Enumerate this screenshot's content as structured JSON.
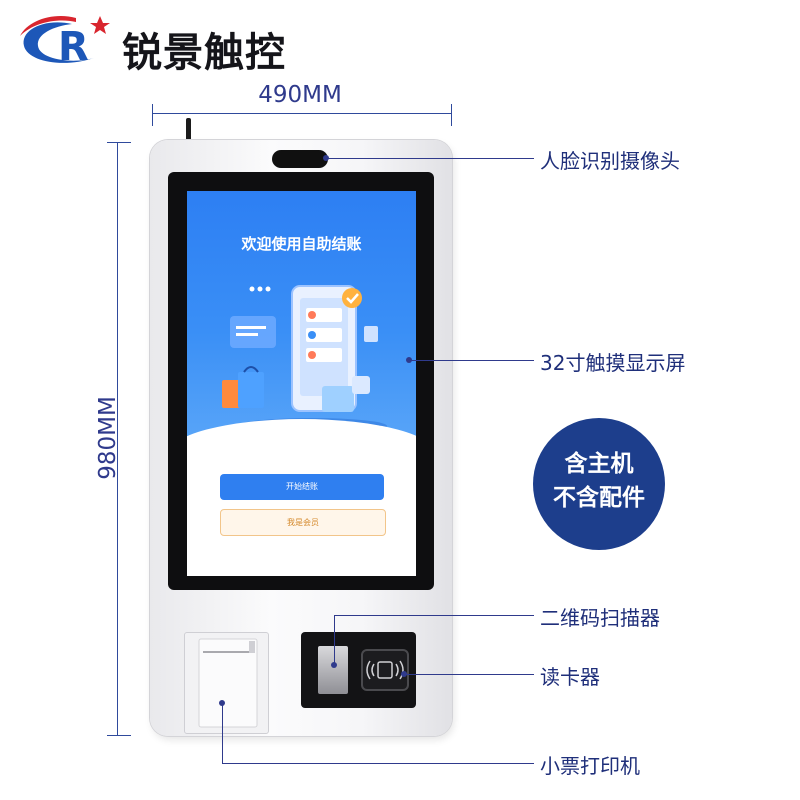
{
  "brand": {
    "logo_letter": "R",
    "name": "锐景触控"
  },
  "dimensions": {
    "width_label": "490MM",
    "height_label": "980MM"
  },
  "screen": {
    "title": "欢迎使用自助结账",
    "primary_button": "开始结账",
    "secondary_button": "我是会员"
  },
  "callouts": {
    "camera": "人脸识别摄像头",
    "display": "32寸触摸显示屏",
    "scanner": "二维码扫描器",
    "card_reader": "读卡器",
    "printer": "小票打印机"
  },
  "badge": {
    "line1": "含主机",
    "line2": "不含配件"
  },
  "colors": {
    "label_blue": "#1f2f7a",
    "badge_blue": "#1d3e8c",
    "screen_blue": "#2d7ff3",
    "logo_red": "#d9252e"
  }
}
